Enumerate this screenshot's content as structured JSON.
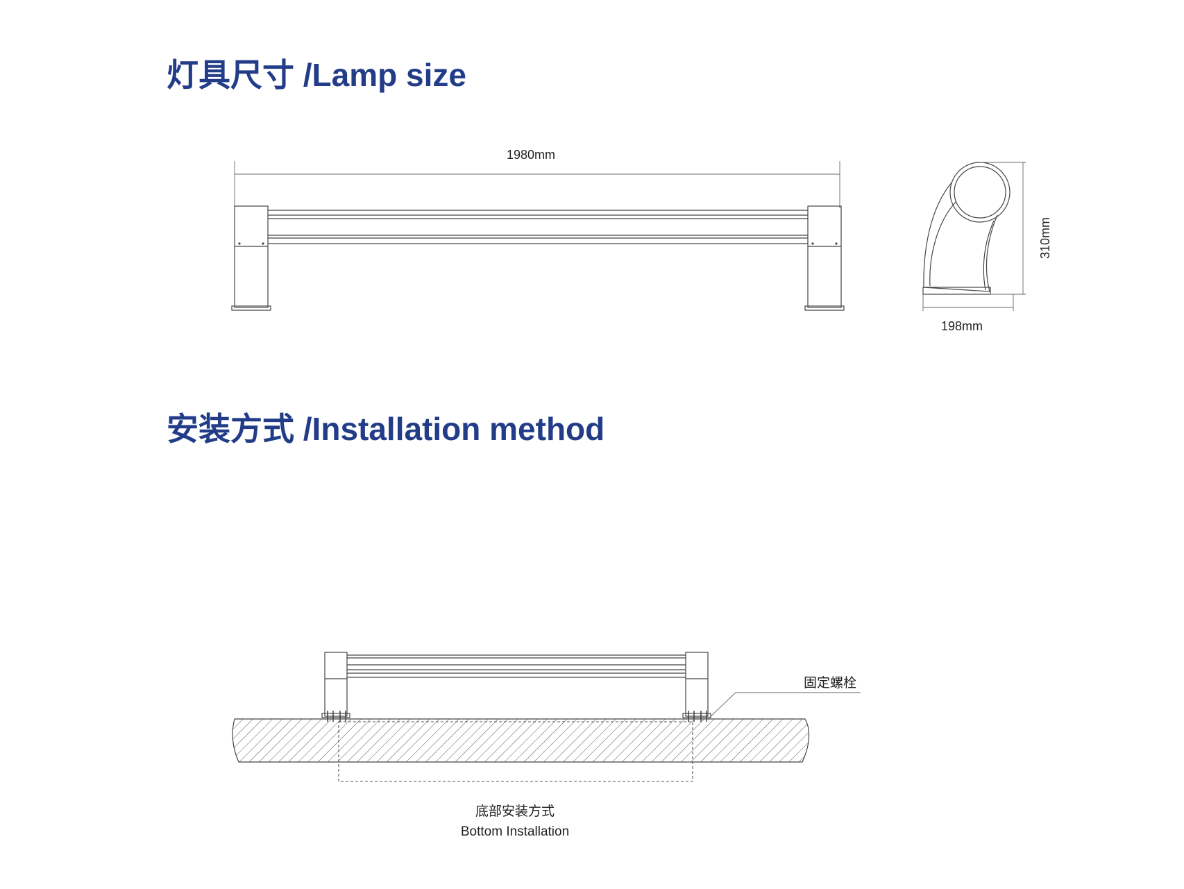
{
  "headings": {
    "lamp_size": "灯具尺寸 /Lamp size",
    "installation": "安装方式 /Installation method"
  },
  "dimensions": {
    "length": "1980mm",
    "depth": "198mm",
    "height": "310mm"
  },
  "labels": {
    "bolt": "固定螺栓",
    "method_cn": "底部安装方式",
    "method_en": "Bottom Installation"
  }
}
